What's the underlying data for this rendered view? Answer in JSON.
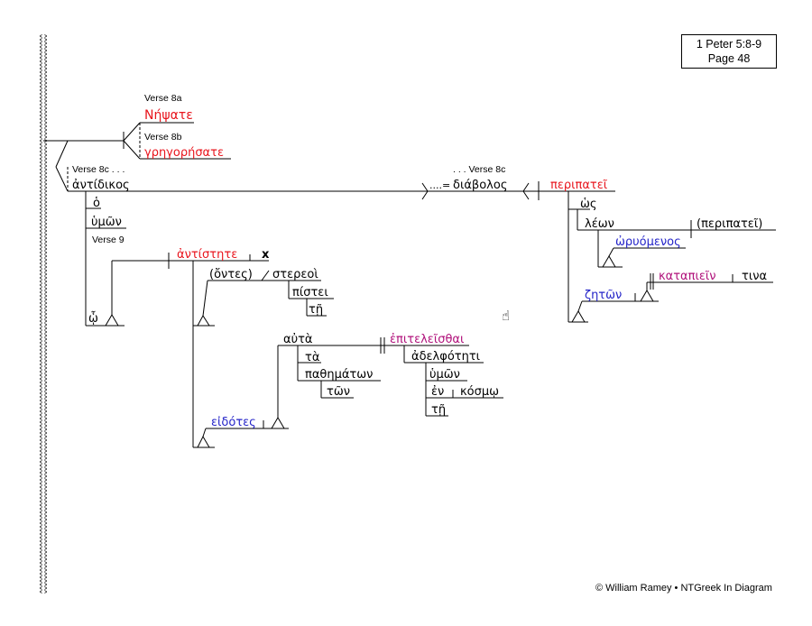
{
  "reference": {
    "line1": "1 Peter 5:8-9",
    "line2": "Page 48"
  },
  "copyright": "© William Ramey • NTGreek In Diagram",
  "colors": {
    "verb": "#e8141c",
    "participle": "#2424c8",
    "infinitive": "#b0107a",
    "line": "#000000"
  },
  "labels": {
    "v8a": "Verse 8a",
    "v8b": "Verse 8b",
    "v8c": "Verse 8c . . .",
    "v8c_cont": ". . . Verse 8c",
    "v9": "Verse 9"
  },
  "words": {
    "nepsate": "Νήψατε",
    "gregoresate": "γρηγορήσατε",
    "antidikos": "ἀντίδικος",
    "ho": "ὁ",
    "hymon_1": "ὑμῶν",
    "diabolos": "διάβολος",
    "apposition": "....=",
    "peripatei": "περιπατεῖ",
    "hos": "ὡς",
    "leon": "λέων",
    "peripatei_implied": "(περιπατεῖ)",
    "oruomenos": "ὠρυόμενος",
    "zeton": "ζητῶν",
    "katapiein": "καταπιεῖν",
    "tina": "τινα",
    "hoi": "ᾧ",
    "antistete": "ἀντίστητε",
    "x": "x",
    "ontes": "(ὄντες)",
    "stereoi": "στερεοὶ",
    "pistei": "πίστει",
    "te_1": "τῇ",
    "auta": "αὐτὰ",
    "ta": "τὰ",
    "pathematon": "παθημάτων",
    "ton": "τῶν",
    "epiteleisthai": "ἐπιτελεῖσθαι",
    "adelphoteti": "ἀδελφότητι",
    "hymon_2": "ὑμῶν",
    "en": "ἐν",
    "kosmo": "κόσμῳ",
    "te_2": "τῇ",
    "eidotes": "εἰδότες"
  },
  "icons": {
    "cursor": "hand-cursor-icon"
  }
}
